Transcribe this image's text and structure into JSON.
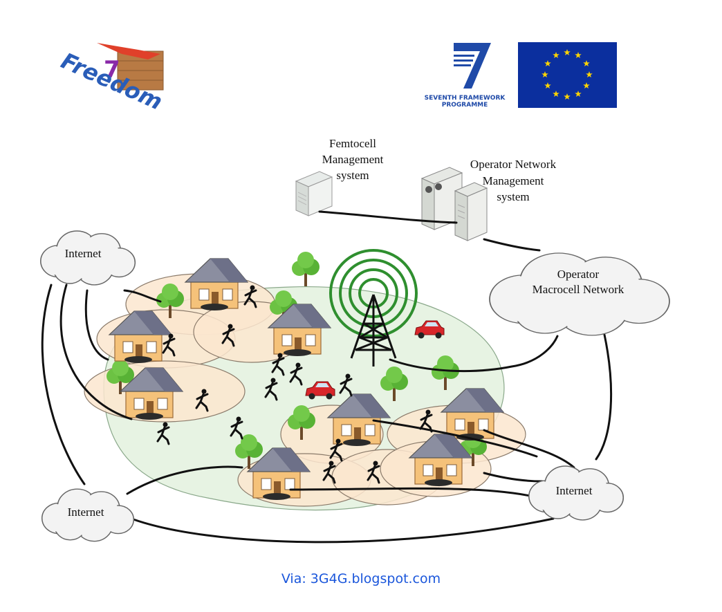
{
  "logos": {
    "freedom": {
      "text": "Freedom",
      "mark": "7"
    },
    "fp7": {
      "line1": "SEVENTH FRAMEWORK",
      "line2": "PROGRAMME",
      "mark": "7"
    },
    "eu_flag": {
      "icon": "eu-flag-icon"
    }
  },
  "labels": {
    "femtocell_mgmt": [
      "Femtocell",
      "Management",
      "system"
    ],
    "operator_mgmt": [
      "Operator Network",
      "Management",
      "system"
    ],
    "operator_macro": [
      "Operator",
      "Macrocell Network"
    ],
    "internet_top_left": "Internet",
    "internet_bottom_left": "Internet",
    "internet_right": "Internet"
  },
  "footer": {
    "prefix": "Via: ",
    "link": "3G4G.blogspot.com"
  },
  "colors": {
    "link": "#1a56db",
    "macro_cell": "#e7f3e3",
    "femto_cell": "#fbe6cf",
    "antenna_ring": "#2f8f2f",
    "car": "#d8262a",
    "tree": "#59b53a",
    "eu_blue": "#0b2f9e",
    "eu_star": "#ffd400"
  }
}
